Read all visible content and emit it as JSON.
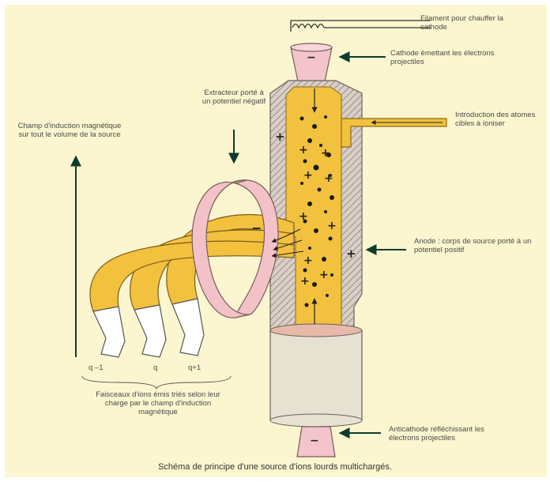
{
  "labels": {
    "filament": "Filament pour chauffer la cathode",
    "cathode": "Cathode émettant les électrons projectiles",
    "introduction": "Introduction des atomes cibles à ioniser",
    "extracteur": "Extracteur porté à un potentiel négatif",
    "champ": "Champ d'induction magnétique sur tout le volume de la source",
    "anode": "Anode : corps de source porté à un potentiel positif",
    "faisceaux": "Faisceaux d'ions émis triés selon leur charge par le champ d'induction magnétique",
    "anticathode": "Anticathode réfléchissant les électrons projectiles"
  },
  "beams": [
    "q –1",
    "q",
    "q+1"
  ],
  "signs": {
    "minus": "−",
    "plus": "+"
  },
  "caption": "Schéma de principe d'une source d'ions lourds multichargés.",
  "colors": {
    "background": "#fbf6cf",
    "plasma": "#f2c13e",
    "wall": "#d8cfc5",
    "anticathode": "#e6e2d2",
    "ring": "#f3c2c9",
    "cathode": "#f3c4cc",
    "arrow": "#0e3c2c"
  }
}
